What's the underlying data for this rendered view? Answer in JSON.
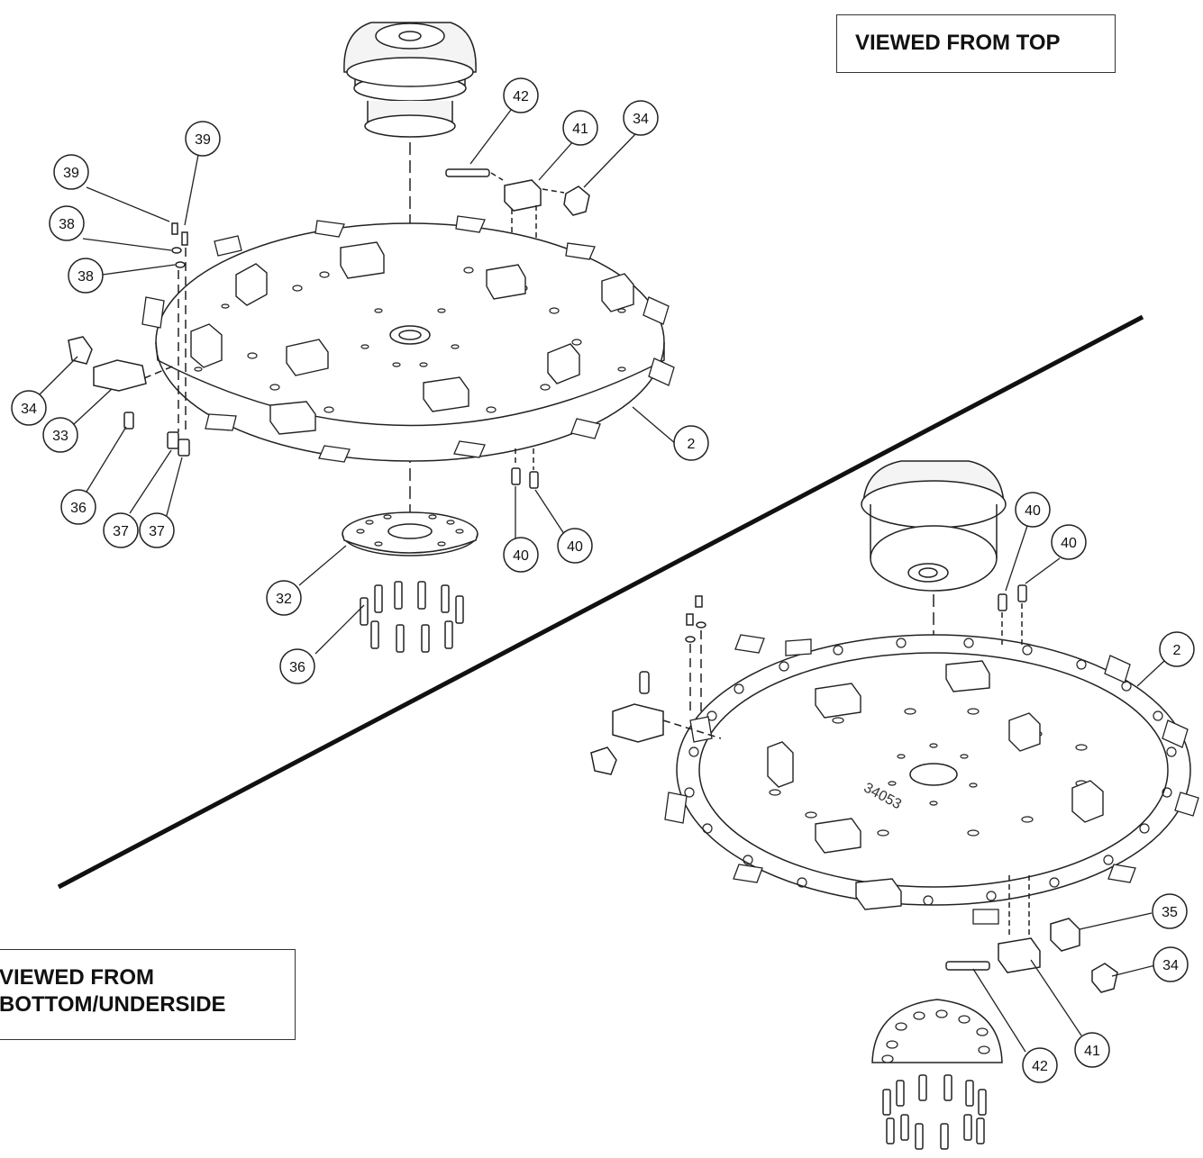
{
  "labels": {
    "top_view": "VIEWED FROM TOP",
    "bottom_view_line1": "VIEWED FROM",
    "bottom_view_line2": "BOTTOM/UNDERSIDE"
  },
  "top_view_callouts": [
    "42",
    "41",
    "34",
    "39",
    "39",
    "38",
    "38",
    "34",
    "33",
    "36",
    "37",
    "37",
    "2",
    "40",
    "40",
    "32",
    "36"
  ],
  "bottom_view_callouts": [
    "40",
    "40",
    "2",
    "35",
    "34",
    "41",
    "42"
  ],
  "part_markings": {
    "plate_stamp": "34053"
  }
}
